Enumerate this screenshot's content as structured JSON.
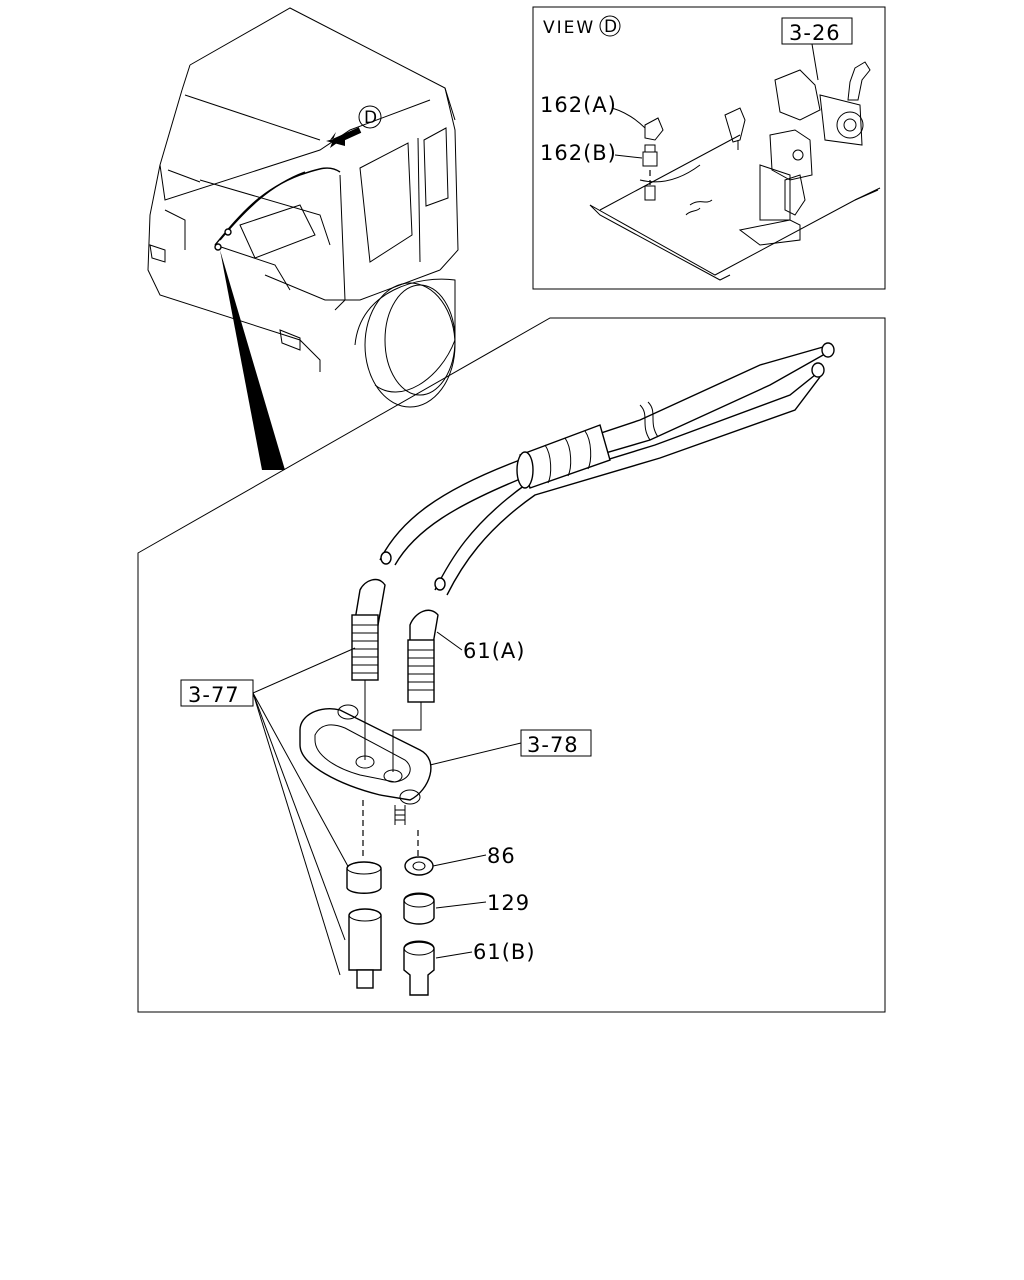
{
  "view_box": {
    "title_prefix": "VIEW",
    "title_circle": "D",
    "ref_box": "3-26",
    "callouts": [
      "162(A)",
      "162(B)"
    ]
  },
  "cab": {
    "arrow_circle": "D"
  },
  "detail": {
    "ref_boxes": [
      "3-77",
      "3-78"
    ],
    "callouts": [
      "61(A)",
      "86",
      "129",
      "61(B)"
    ]
  }
}
